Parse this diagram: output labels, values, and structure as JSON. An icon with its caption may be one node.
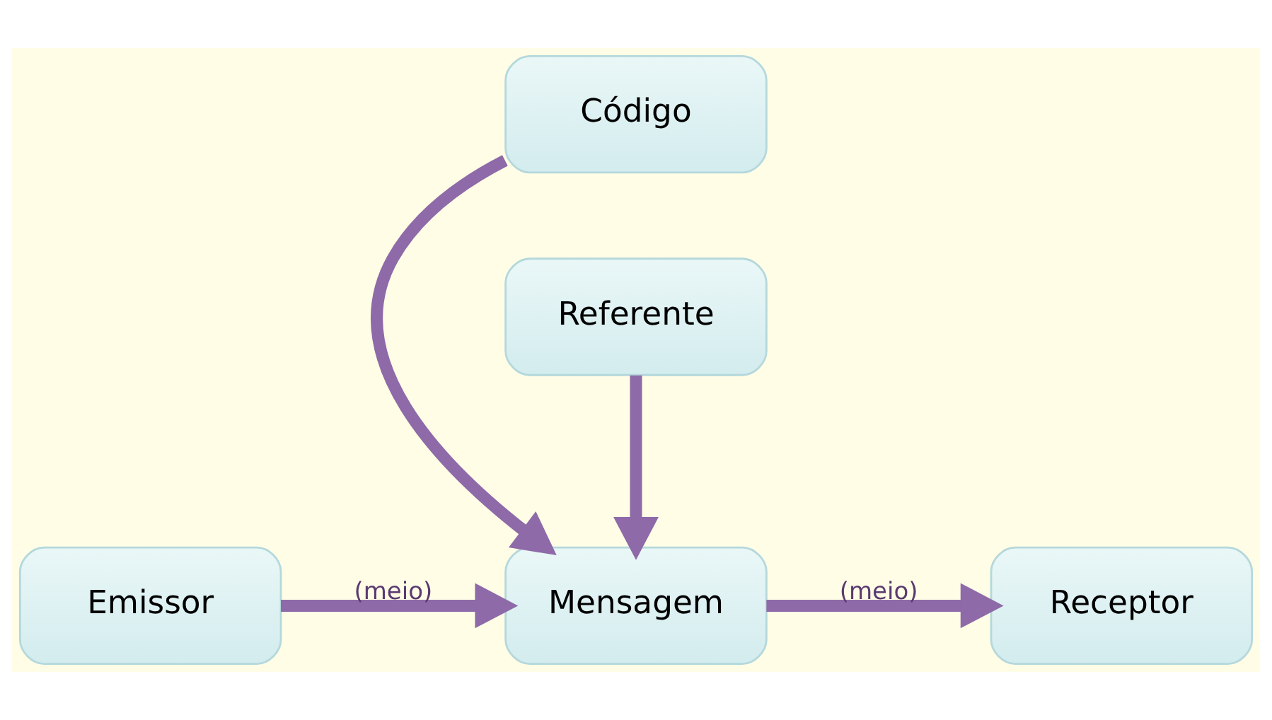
{
  "diagram": {
    "nodes": [
      {
        "text": [
          "Código"
        ]
      },
      {
        "text": [
          "Emissor"
        ]
      },
      {
        "text": [
          "Mensagem"
        ]
      },
      {
        "text": [
          "Receptor"
        ]
      },
      {
        "text": [
          "Referente"
        ]
      }
    ],
    "edges": [
      {
        "from": 1,
        "to": 2,
        "label": "(meio)",
        "arrow": "to"
      },
      {
        "from": 2,
        "to": 3,
        "label": "(meio)",
        "arrow": "to"
      },
      {
        "from": 0,
        "to": 2,
        "arrow": "to"
      },
      {
        "from": 4,
        "to": 2,
        "arrow": "to"
      }
    ]
  }
}
